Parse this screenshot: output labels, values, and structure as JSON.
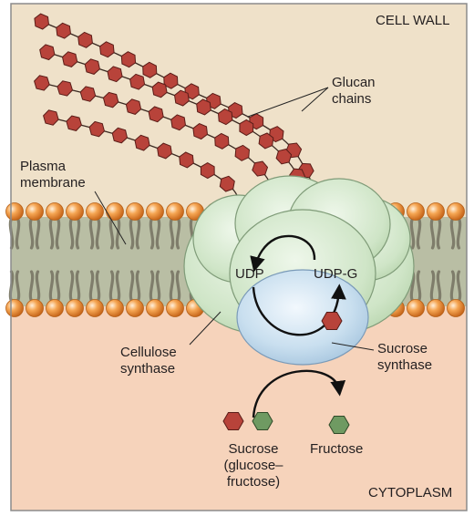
{
  "regions": {
    "cell_wall": "CELL WALL",
    "cytoplasm": "CYTOPLASM"
  },
  "labels": {
    "glucan_chains": [
      "Glucan",
      "chains"
    ],
    "plasma_membrane": [
      "Plasma",
      "membrane"
    ],
    "udp": "UDP",
    "udp_g": "UDP-G",
    "cellulose_synthase": [
      "Cellulose",
      "synthase"
    ],
    "sucrose_synthase": [
      "Sucrose",
      "synthase"
    ],
    "sucrose": [
      "Sucrose",
      "(glucose–",
      "fructose)"
    ],
    "fructose": "Fructose"
  },
  "colors": {
    "cell_wall_bg": "#efe1c9",
    "cytoplasm_bg": "#f6d3bb",
    "membrane_core": "#b9bea4",
    "lipid_tail": "#7f7d6b",
    "lipid_head": "#ee8f3c",
    "glucose": "#b8433a",
    "fructose": "#6f9a62",
    "cellulose_synthase": "#cde3c5",
    "sucrose_synthase": "#bfd7eb",
    "border": "#8b8b8b"
  }
}
